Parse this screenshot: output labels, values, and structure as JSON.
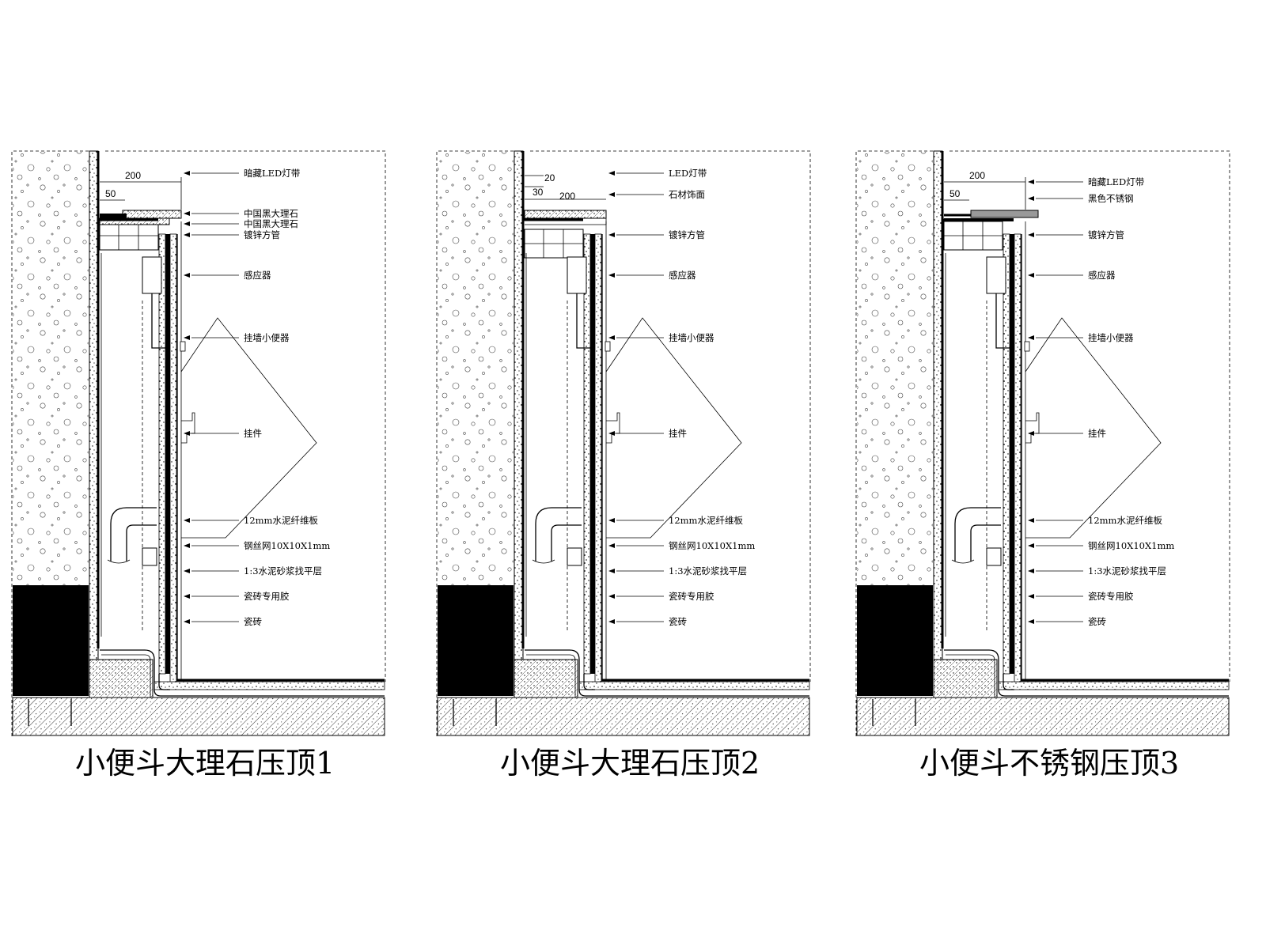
{
  "details": [
    {
      "title": "小便斗大理石压顶1",
      "variant": "marble-1",
      "dims": [
        "200",
        "50"
      ],
      "labels": [
        "暗藏LED灯带",
        "中国黑大理石",
        "中国黑大理石",
        "镀锌方管",
        "感应器",
        "挂墙小便器",
        "挂件",
        "12mm水泥纤维板",
        "钢丝网10X10X1mm",
        "1:3水泥砂浆找平层",
        "瓷砖专用胶",
        "瓷砖"
      ]
    },
    {
      "title": "小便斗大理石压顶2",
      "variant": "marble-2",
      "dims": [
        "20",
        "30",
        "200"
      ],
      "labels": [
        "LED灯带",
        "石材饰面",
        "镀锌方管",
        "感应器",
        "挂墙小便器",
        "挂件",
        "12mm水泥纤维板",
        "钢丝网10X10X1mm",
        "1:3水泥砂浆找平层",
        "瓷砖专用胶",
        "瓷砖"
      ]
    },
    {
      "title": "小便斗不锈钢压顶3",
      "variant": "steel-3",
      "dims": [
        "200",
        "50"
      ],
      "labels": [
        "暗藏LED灯带",
        "黑色不锈钢",
        "镀锌方管",
        "感应器",
        "挂墙小便器",
        "挂件",
        "12mm水泥纤维板",
        "钢丝网10X10X1mm",
        "1:3水泥砂浆找平层",
        "瓷砖专用胶",
        "瓷砖"
      ]
    }
  ]
}
